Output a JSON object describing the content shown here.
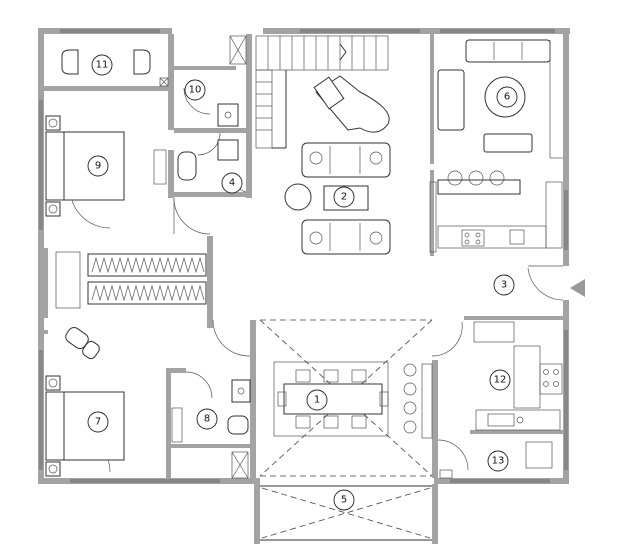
{
  "rooms": [
    {
      "id": "room-1",
      "label": "1"
    },
    {
      "id": "room-2",
      "label": "2"
    },
    {
      "id": "room-3",
      "label": "3"
    },
    {
      "id": "room-4",
      "label": "4"
    },
    {
      "id": "room-5",
      "label": "5"
    },
    {
      "id": "room-6",
      "label": "6"
    },
    {
      "id": "room-7",
      "label": "7"
    },
    {
      "id": "room-8",
      "label": "8"
    },
    {
      "id": "room-9",
      "label": "9"
    },
    {
      "id": "room-10",
      "label": "10"
    },
    {
      "id": "room-11",
      "label": "11"
    },
    {
      "id": "room-12",
      "label": "12"
    },
    {
      "id": "room-13",
      "label": "13"
    }
  ],
  "colors": {
    "wall": "#a3a3a3",
    "line": "#333333",
    "background": "#ffffff"
  }
}
